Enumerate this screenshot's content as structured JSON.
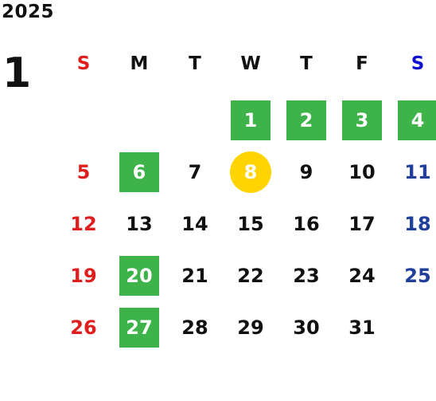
{
  "calendar": {
    "year": "2025",
    "month": "1",
    "weekdays": [
      "S",
      "M",
      "T",
      "W",
      "T",
      "F",
      "S"
    ],
    "weeks": [
      [
        {
          "day": ""
        },
        {
          "day": ""
        },
        {
          "day": ""
        },
        {
          "day": "1",
          "mark": "holiday"
        },
        {
          "day": "2",
          "mark": "holiday"
        },
        {
          "day": "3",
          "mark": "holiday"
        },
        {
          "day": "4",
          "mark": "holiday"
        }
      ],
      [
        {
          "day": "5"
        },
        {
          "day": "6",
          "mark": "holiday"
        },
        {
          "day": "7"
        },
        {
          "day": "8",
          "mark": "today"
        },
        {
          "day": "9"
        },
        {
          "day": "10"
        },
        {
          "day": "11"
        }
      ],
      [
        {
          "day": "12"
        },
        {
          "day": "13"
        },
        {
          "day": "14"
        },
        {
          "day": "15"
        },
        {
          "day": "16"
        },
        {
          "day": "17"
        },
        {
          "day": "18"
        }
      ],
      [
        {
          "day": "19"
        },
        {
          "day": "20",
          "mark": "holiday"
        },
        {
          "day": "21"
        },
        {
          "day": "22"
        },
        {
          "day": "23"
        },
        {
          "day": "24"
        },
        {
          "day": "25"
        }
      ],
      [
        {
          "day": "26"
        },
        {
          "day": "27",
          "mark": "holiday"
        },
        {
          "day": "28"
        },
        {
          "day": "29"
        },
        {
          "day": "30"
        },
        {
          "day": "31"
        },
        {
          "day": ""
        }
      ]
    ]
  },
  "colors": {
    "holiday_bg": "#3db34a",
    "today_bg": "#ffd400",
    "sunday": "#e01e1e",
    "saturday": "#1f3f9a",
    "saturday_header": "#1010d0"
  }
}
